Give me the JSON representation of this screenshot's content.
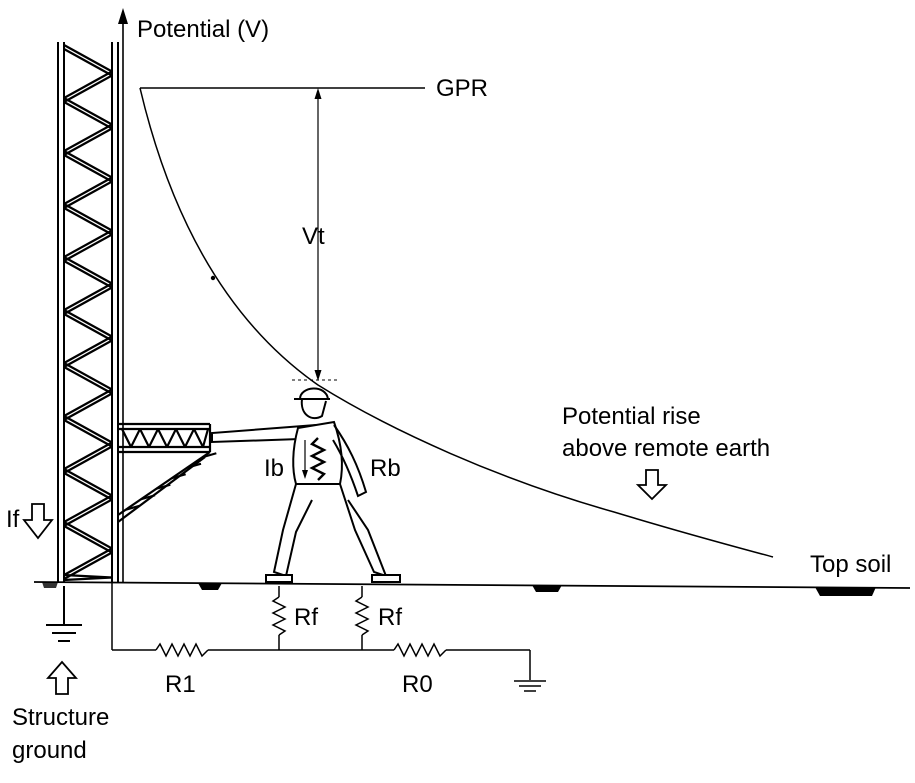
{
  "labels": {
    "potential_axis": "Potential (V)",
    "gpr": "GPR",
    "vt": "Vt",
    "ib": "Ib",
    "rb": "Rb",
    "potential_rise_line1": "Potential rise",
    "potential_rise_line2": "above remote earth",
    "top_soil": "Top soil",
    "if": "If",
    "rf_left": "Rf",
    "rf_right": "Rf",
    "r1": "R1",
    "r0": "R0",
    "structure_ground_line1": "Structure",
    "structure_ground_line2": "ground"
  },
  "icons": {
    "down_arrow": "hollow-down-arrow",
    "up_arrow": "hollow-up-arrow",
    "ground": "ground-symbol",
    "resistor": "zigzag-resistor"
  },
  "colors": {
    "ink": "#000000",
    "background": "#ffffff"
  }
}
